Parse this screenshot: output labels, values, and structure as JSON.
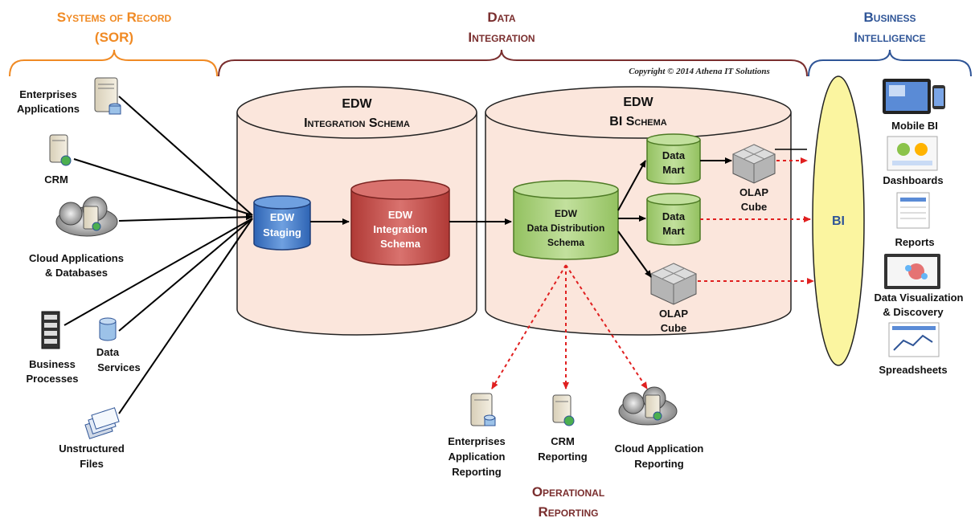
{
  "sections": {
    "sor": {
      "line1": "Systems of Record",
      "line2": "(SOR)"
    },
    "integration": {
      "line1": "Data",
      "line2": "Integration"
    },
    "bi": {
      "line1": "Business",
      "line2": "Intelligence"
    },
    "operational": {
      "line1": "Operational",
      "line2": "Reporting"
    }
  },
  "copyright": "Copyright © 2014 Athena IT Solutions",
  "sources": {
    "enterprise_apps": [
      "Enterprises",
      "Applications"
    ],
    "crm": [
      "CRM"
    ],
    "cloud": [
      "Cloud Applications",
      "& Databases"
    ],
    "business_processes": [
      "Business",
      "Processes"
    ],
    "data_services": [
      "Data",
      "Services"
    ],
    "unstructured": [
      "Unstructured",
      "Files"
    ]
  },
  "edw_integration_schema": {
    "line1": "EDW",
    "line2": "Integration Schema"
  },
  "edw_bi_schema": {
    "line1": "EDW",
    "line2": "BI Schema"
  },
  "staging": [
    "EDW",
    "Staging"
  ],
  "integration_db": [
    "EDW",
    "Integration",
    "Schema"
  ],
  "distribution_db": [
    "EDW",
    "Data Distribution",
    "Schema"
  ],
  "data_mart_1": [
    "Data",
    "Mart"
  ],
  "data_mart_2": [
    "Data",
    "Mart"
  ],
  "olap_1": [
    "OLAP",
    "Cube"
  ],
  "olap_2": [
    "OLAP",
    "Cube"
  ],
  "bi_hub": "BI",
  "bi_outputs": {
    "mobile": "Mobile BI",
    "dashboards": "Dashboards",
    "reports": "Reports",
    "dataviz": [
      "Data Visualization",
      "& Discovery"
    ],
    "spreadsheets": "Spreadsheets"
  },
  "reporting": {
    "enterprise": [
      "Enterprises",
      "Application",
      "Reporting"
    ],
    "crm": [
      "CRM",
      "Reporting"
    ],
    "cloud": [
      "Cloud Application",
      "Reporting"
    ]
  },
  "colors": {
    "orange": "#f08a24",
    "maroon": "#7a2e2e",
    "blue": "#2f5597",
    "cylinder_fill": "#fbe6dc",
    "staging_blue": "#4f86d0",
    "integration_red": "#c0504d",
    "green": "#a9cf7c",
    "bi_yellow": "#fbf5a0",
    "arrow_red": "#e02020"
  }
}
